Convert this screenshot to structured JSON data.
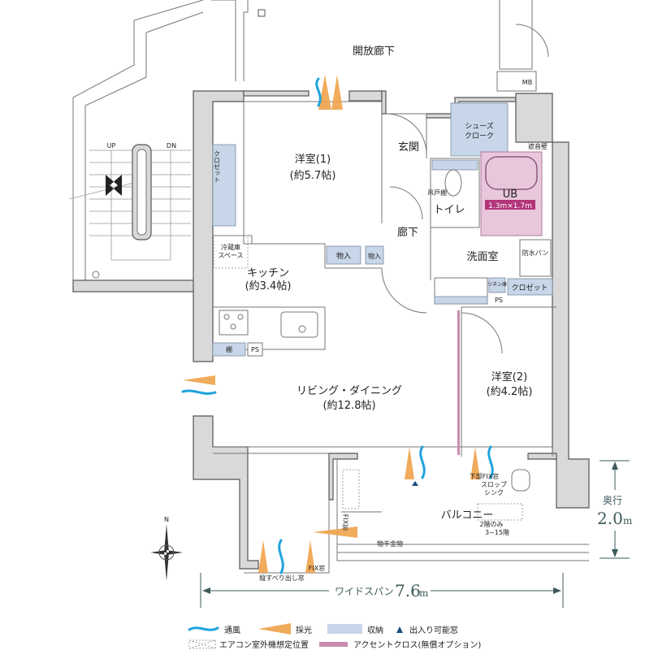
{
  "rooms": {
    "open_corridor": "開放廊下",
    "western1": "洋室(1)",
    "western1_size": "(約5.7帖)",
    "entrance": "玄関",
    "shoes_closet_1": "シューズ",
    "shoes_closet_2": "クローク",
    "sound_wall": "遮音壁",
    "ub": "UB",
    "ub_size": "1.3m×1.7m",
    "hanging_shelf": "吊戸棚",
    "toilet": "トイレ",
    "hallway": "廊下",
    "washroom": "洗面室",
    "waterproof_pan": "防水パン",
    "linen": "リネン庫",
    "closet": "クロゼット",
    "ps": "PS",
    "storage": "物入",
    "fridge_1": "冷蔵庫",
    "fridge_2": "スペース",
    "kitchen": "キッチン",
    "kitchen_size": "(約3.4帖)",
    "shelf": "棚",
    "living": "リビング・ダイニング",
    "living_size": "(約12.8帖)",
    "western2": "洋室(2)",
    "western2_size": "(約4.2帖)",
    "balcony": "バルコニー",
    "lower_fix": "下部FIX窓",
    "slop_sink_1": "スロップ",
    "slop_sink_2": "シンク",
    "floor2_only": "2階のみ",
    "floors3_15": "3~15階",
    "laundry_rail": "物干金物",
    "fix_window_v": "FIX窓",
    "fix_window": "FIX窓",
    "casement_window": "縦すべり出し窓",
    "mb": "MB",
    "up": "UP",
    "dn": "DN",
    "north": "N"
  },
  "dimensions": {
    "depth_label": "奥行",
    "depth_value": "2.0",
    "depth_unit": "m",
    "span_label": "ワイドスパン",
    "span_value": "7.6",
    "span_unit": "m"
  },
  "legend": {
    "ventilation": "通風",
    "daylight": "採光",
    "storage": "収納",
    "accessible_window": "出入り可能窓",
    "ac_unit": "エアコン室外機想定位置",
    "accent_cloth": "アクセントクロス(無償オプション)"
  },
  "colors": {
    "storage": "#c7d6e8",
    "accent": "#c98bb0",
    "ub": "#e8c6dc",
    "ub_label": "#b2357a",
    "wind": "#1fa3dc",
    "light": "#f0a24a"
  }
}
